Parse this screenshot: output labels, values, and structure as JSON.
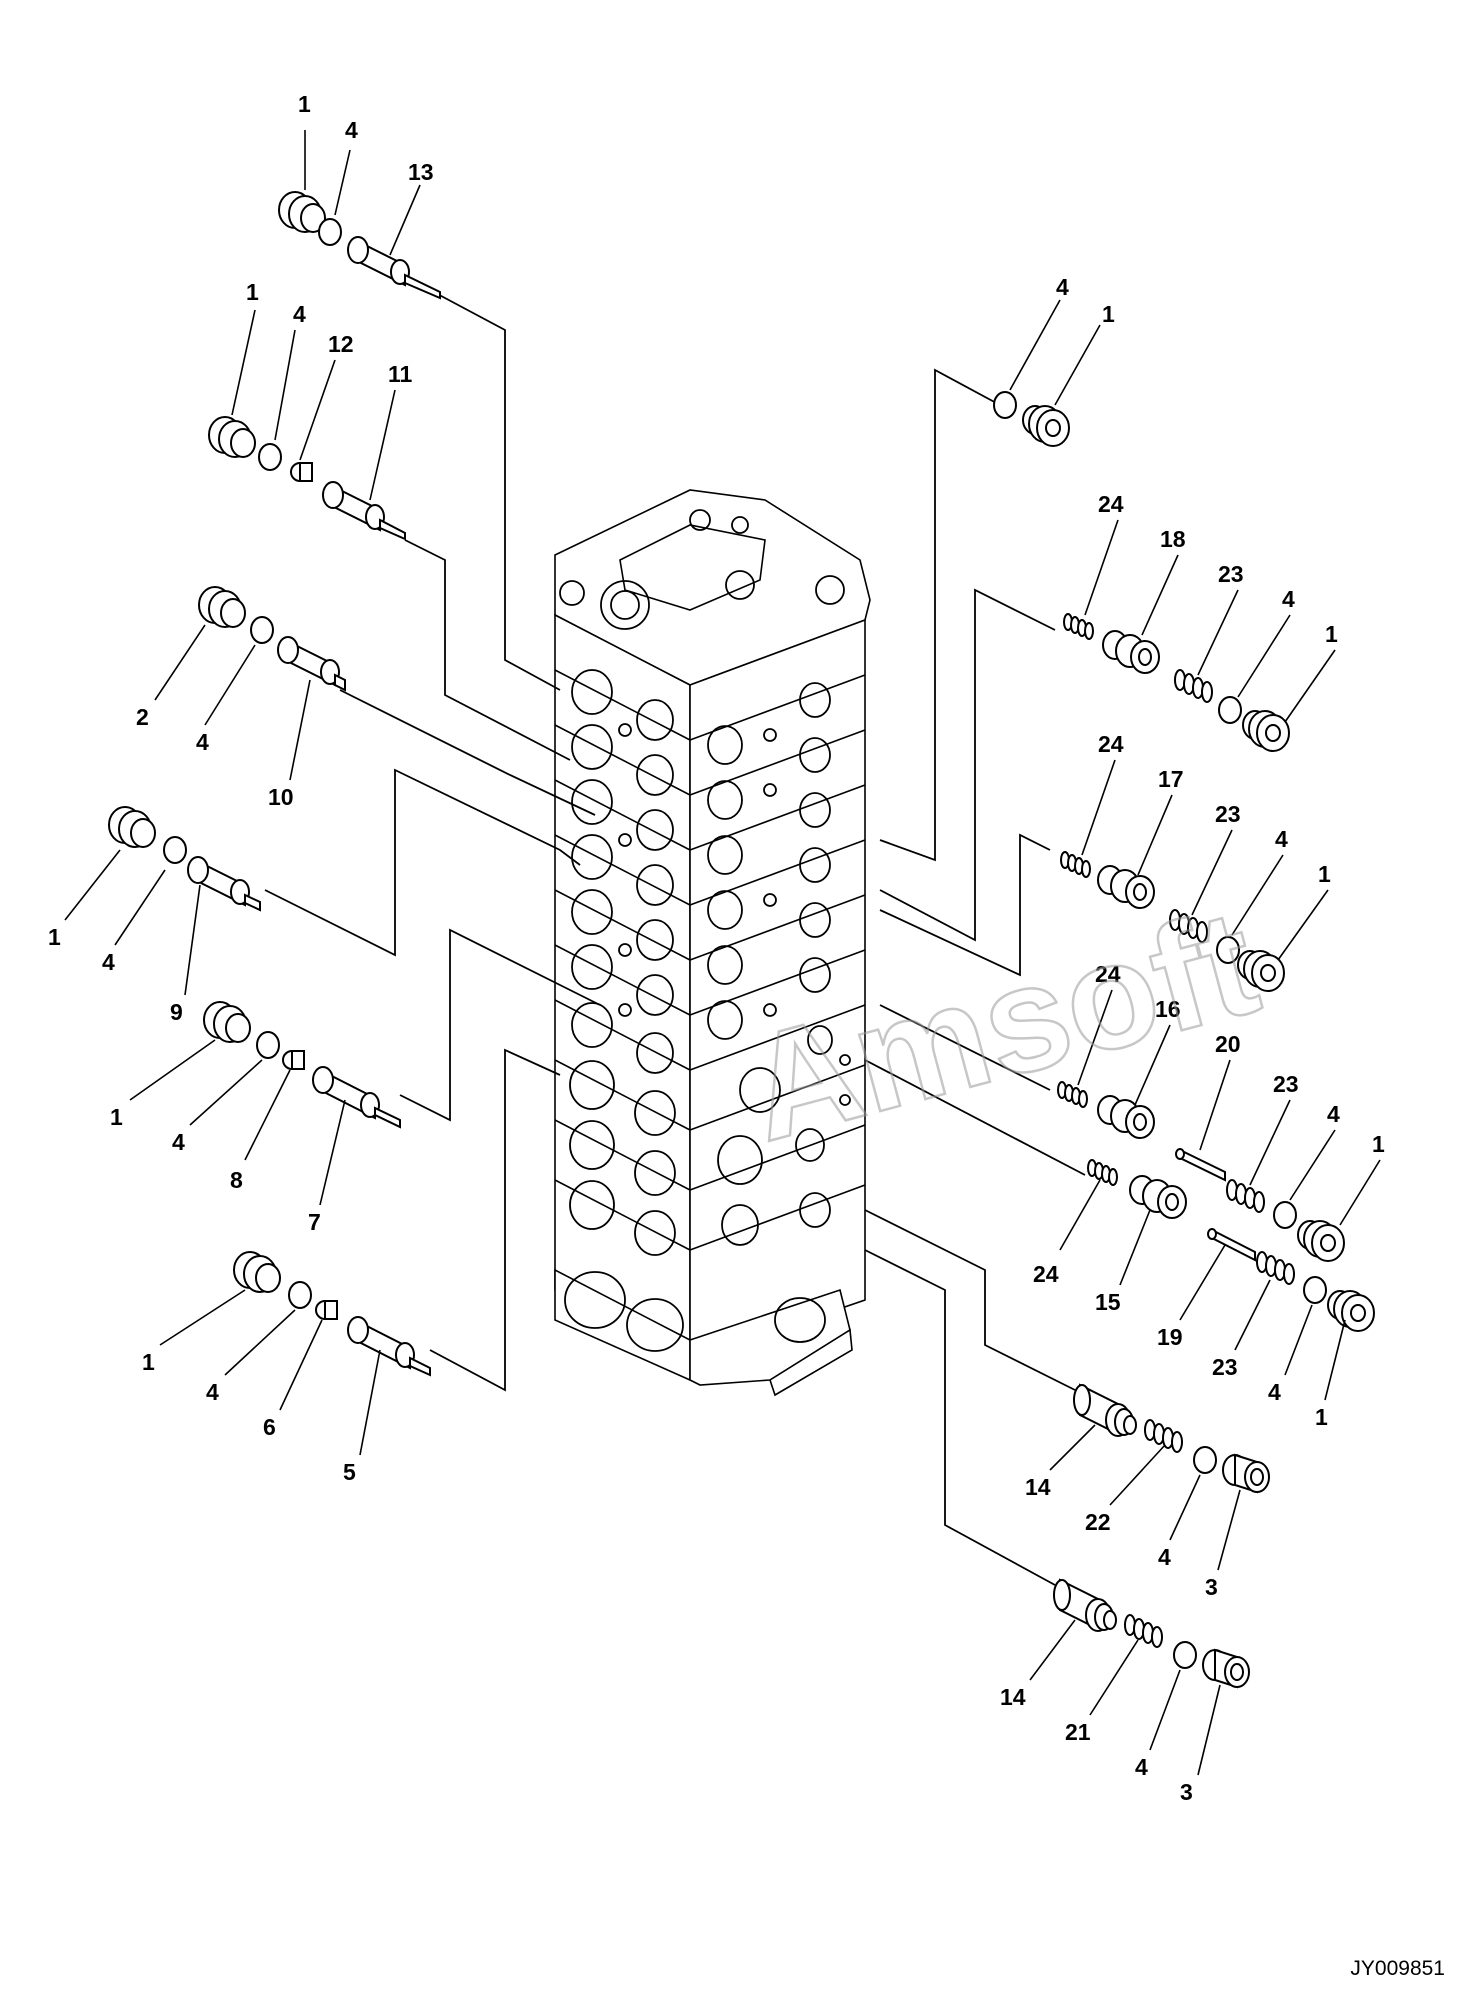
{
  "callouts": {
    "c13_1": "1",
    "c13_4": "4",
    "c13_13": "13",
    "c11_1": "1",
    "c11_4": "4",
    "c11_12": "12",
    "c11_11": "11",
    "c10_2": "2",
    "c10_4": "4",
    "c10_10": "10",
    "c9_1": "1",
    "c9_4": "4",
    "c9_9": "9",
    "c7_1": "1",
    "c7_4": "4",
    "c7_8": "8",
    "c7_7": "7",
    "c5_1": "1",
    "c5_4": "4",
    "c5_6": "6",
    "c5_5": "5",
    "r1_4": "4",
    "r1_1": "1",
    "r18_24": "24",
    "r18_18": "18",
    "r18_23": "23",
    "r18_4": "4",
    "r18_1": "1",
    "r17_24": "24",
    "r17_17": "17",
    "r17_23": "23",
    "r17_4": "4",
    "r17_1": "1",
    "r16_24": "24",
    "r16_16": "16",
    "r16_20": "20",
    "r16_23": "23",
    "r16_4": "4",
    "r16_1": "1",
    "r15_24": "24",
    "r15_15": "15",
    "r15_19": "19",
    "r15_23": "23",
    "r15_4": "4",
    "r15_1": "1",
    "r14a_14": "14",
    "r14a_22": "22",
    "r14a_4": "4",
    "r14a_3": "3",
    "r14b_14": "14",
    "r14b_21": "21",
    "r14b_4": "4",
    "r14b_3": "3"
  },
  "watermark": "Amsoft",
  "drawing_code": "JY009851"
}
